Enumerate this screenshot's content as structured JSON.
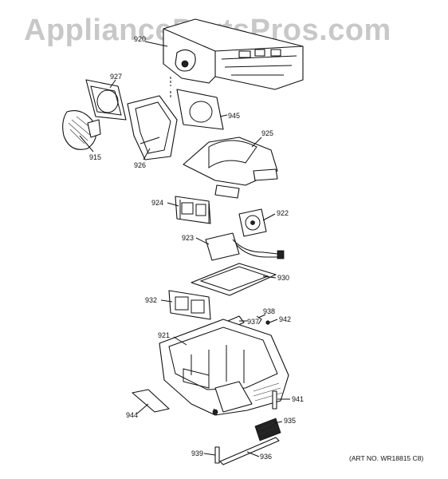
{
  "watermark": "AppliancePartsPros.com",
  "art_number": "(ART NO. WR18815 C8)",
  "callouts": {
    "p920": "920",
    "p927": "927",
    "p945": "945",
    "p915": "915",
    "p926": "926",
    "p925": "925",
    "p924": "924",
    "p922": "922",
    "p923": "923",
    "p930": "930",
    "p932": "932",
    "p938": "938",
    "p942": "942",
    "p937": "937",
    "p921": "921",
    "p941": "941",
    "p944": "944",
    "p935": "935",
    "p939": "939",
    "p936": "936"
  }
}
